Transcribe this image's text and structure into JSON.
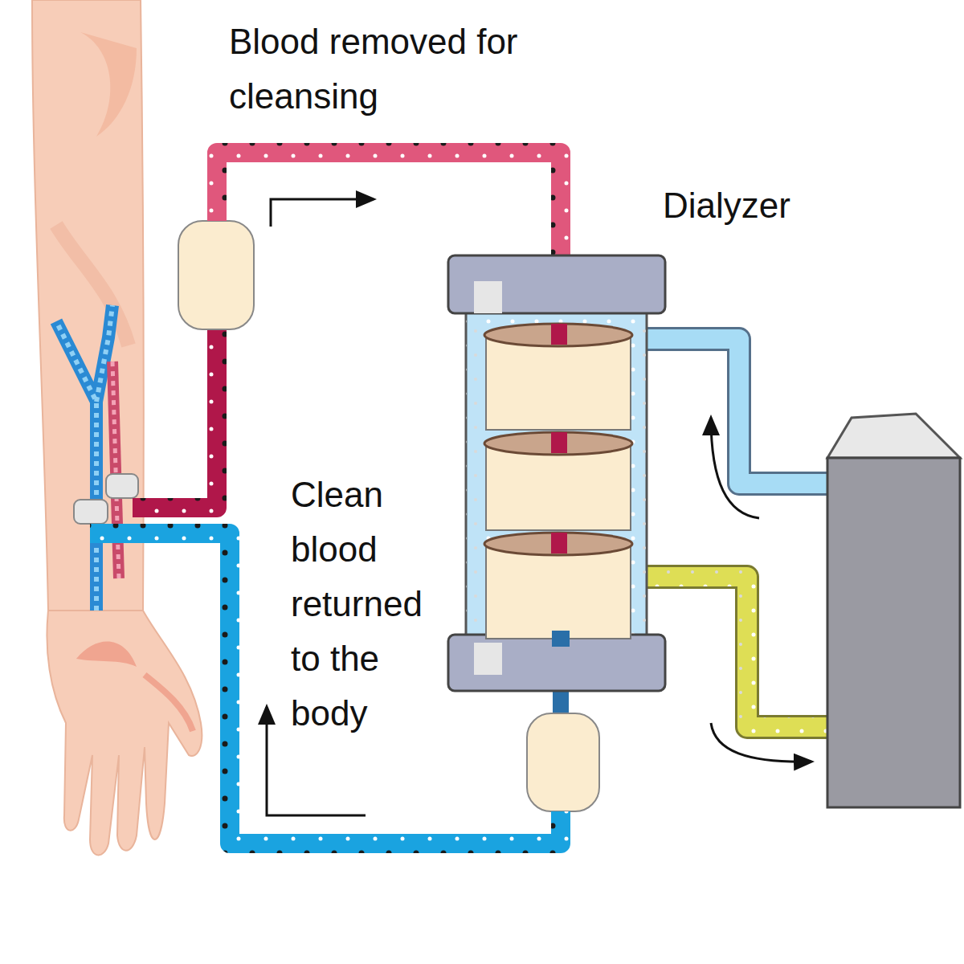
{
  "diagram": {
    "labels": [
      "Blood removed for cleansing",
      "Dialyzer",
      "Clean blood returned to the body"
    ]
  }
}
